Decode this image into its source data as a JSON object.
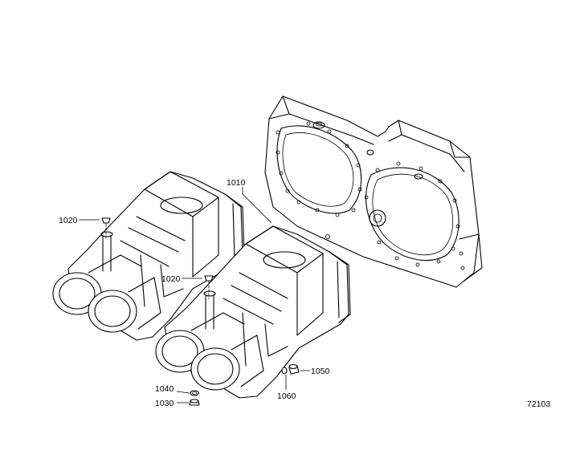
{
  "drawing": {
    "number": "72103",
    "callouts": [
      {
        "id": "c1010",
        "label": "1010"
      },
      {
        "id": "c1020a",
        "label": "1020"
      },
      {
        "id": "c1020b",
        "label": "1020"
      },
      {
        "id": "c1040",
        "label": "1040"
      },
      {
        "id": "c1030",
        "label": "1030"
      },
      {
        "id": "c1050",
        "label": "1050"
      },
      {
        "id": "c1060",
        "label": "1060"
      }
    ]
  }
}
